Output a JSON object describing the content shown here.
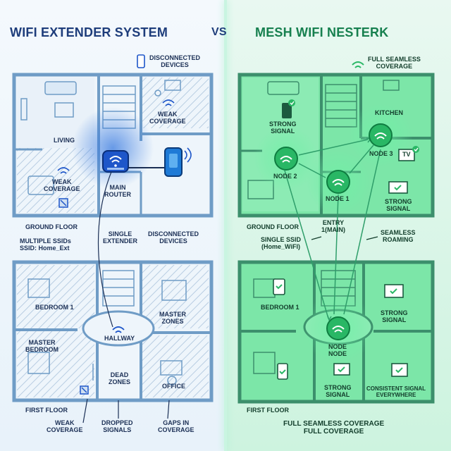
{
  "header": {
    "left_title": "WIFI EXTENDER SYSTEM",
    "vs": "VS",
    "right_title": "MESH WIFI NESTERK"
  },
  "left": {
    "legend": "DISCONNECTED\nDEVICES",
    "living": "LIVING",
    "weak_coverage_top": "WEAK\nCOVERAGE",
    "weak_coverage_left": "WEAK\nCOVERAGE",
    "main_router": "MAIN\nROUTER",
    "ground_floor": "GROUND FLOOR",
    "multiple_ssids": "MULTIPLE SSIDs\nSSID: Home_Ext",
    "single_extender": "SINGLE\nEXTENDER",
    "disconnected_devices": "DISCONNECTED\nDEVICES",
    "bedroom1": "BEDROOM 1",
    "master_zones": "MASTER\nZONES",
    "hallway": "HALLWAY",
    "master_bedroom": "MASTER\nBEDROOM",
    "dead_zones": "DEAD\nZONES",
    "office": "OFFICE",
    "first_floor": "FIRST FLOOR",
    "weak_coverage_bottom": "WEAK\nCOVERAGE",
    "dropped_signals": "DROPPED\nSIGNALS",
    "gaps_in_coverage": "GAPS IN\nCOVERAGE"
  },
  "right": {
    "legend": "FULL SEAMLESS\nCOVERAGE",
    "strong_signal_top": "STRONG\nSIGNAL",
    "kitchen": "KITCHEN",
    "node2": "NODE 2",
    "node3": "NODE 3",
    "tv": "TV",
    "node1": "NODE 1",
    "strong_signal_right": "STRONG\nSIGNAL",
    "ground_floor": "GROUND FLOOR",
    "entry": "ENTRY\n1(MAIN)",
    "single_ssid": "SINGLE SSID\n(Home_WiFI)",
    "seamless_roaming": "SEAMLESS\nROAMING",
    "bedroom1": "BEDROOM 1",
    "strong_signal_first": "STRONG\nSIGNAL",
    "node_node": "NODE\nNODE",
    "strong_signal_bottom": "STRONG\nSIGNAL",
    "consistent_signal": "CONSISTENT SIGNAL\nEVERYWHERE",
    "first_floor": "FIRST FLOOR",
    "footer": "FULL SEAMLESS COVERAGE\nFULL COVERAGE"
  },
  "colors": {
    "left_title": "#1e3d7b",
    "vs": "#1e3d7b",
    "right_title": "#17804f",
    "blue_wall": "#6f9cc6",
    "green_wall": "#3c8f6c",
    "router_blue": "#1e56c9",
    "node_green": "#29b765"
  }
}
